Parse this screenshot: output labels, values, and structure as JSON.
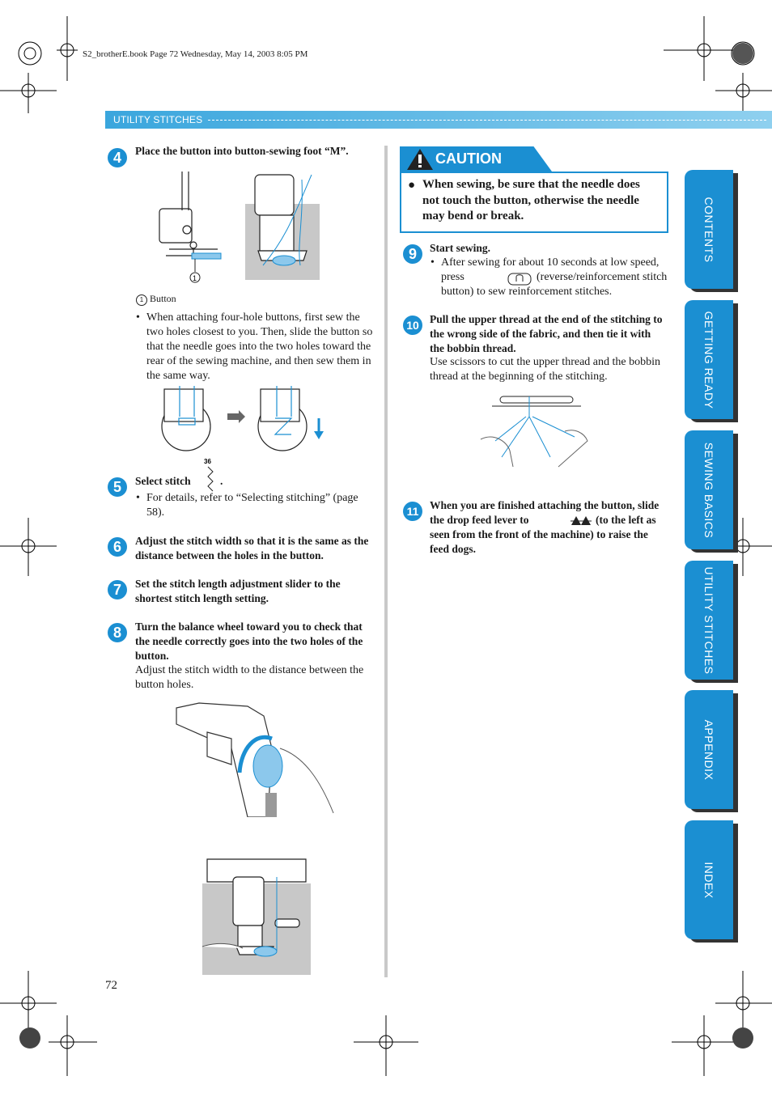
{
  "print_line": "S2_brotherE.book  Page 72  Wednesday, May 14, 2003  8:05 PM",
  "section_title": "UTILITY STITCHES",
  "page_number": "72",
  "steps_left": {
    "s4": {
      "num": "4",
      "text": "Place the button into button-sewing foot “M”."
    },
    "callout_num": "1",
    "callout_label": "Button",
    "bullet4": "When attaching four-hole buttons, first sew the two holes closest to you. Then, slide the button so that the needle goes into the two holes toward the rear of the sewing machine, and then sew them in the same way.",
    "s5": {
      "num": "5",
      "text": "Select stitch",
      "period": ".",
      "stitch_code": "36"
    },
    "bullet5": "For details, refer to “Selecting stitching” (page 58).",
    "s6": {
      "num": "6",
      "text": "Adjust the stitch width so that it is the same as the distance between the holes in the button."
    },
    "s7": {
      "num": "7",
      "text": "Set the stitch length adjustment slider to the shortest stitch length setting."
    },
    "s8": {
      "num": "8",
      "text": "Turn the balance wheel toward you to check that the needle correctly goes into the two holes of the button.",
      "sub": "Adjust the stitch width to the distance between the button holes."
    }
  },
  "caution": {
    "title": "CAUTION",
    "text": "When sewing, be sure that the needle does not touch the button, otherwise the needle may bend or break."
  },
  "steps_right": {
    "s9": {
      "num": "9",
      "text": "Start sewing.",
      "bullet_a": "After sewing for about 10 seconds at low speed, press",
      "bullet_b": "(reverse/reinforcement stitch button) to sew reinforcement stitches."
    },
    "s10": {
      "num": "10",
      "text": "Pull the upper thread at the end of the stitching to the wrong side of the fabric, and then tie it with the bobbin thread.",
      "sub": "Use scissors to cut the upper thread and the bobbin thread at the beginning of the stitching."
    },
    "s11": {
      "num": "11",
      "text_a": "When you are finished attaching the button, slide the drop feed lever to",
      "text_b": "(to the left as seen from the front of the machine) to raise the feed dogs."
    }
  },
  "tabs": [
    {
      "label": "CONTENTS"
    },
    {
      "label": "GETTING READY"
    },
    {
      "label": "SEWING BASICS"
    },
    {
      "label": "UTILITY STITCHES"
    },
    {
      "label": "APPENDIX"
    },
    {
      "label": "INDEX"
    }
  ],
  "colors": {
    "accent": "#1b8fd2",
    "banner_light": "#8fd0ef",
    "figure_gray": "#c8c8c8"
  }
}
